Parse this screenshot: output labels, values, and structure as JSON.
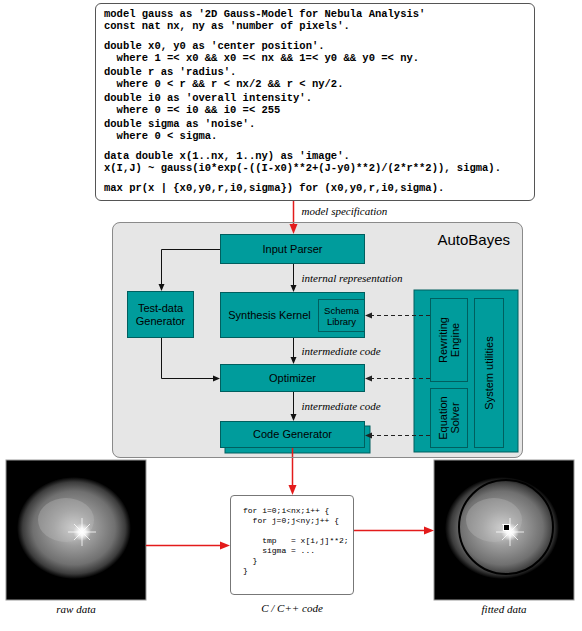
{
  "diagram": {
    "nodes": [
      {
        "text": [
          "model gauss as '2D Gauss-Model for Nebula Analysis'",
          "const nat nx, ny as 'number of pixels'.",
          "double x0, y0 as 'center position'.",
          "where 1 =< x0 && x0 =< nx && 1=< y0 && y0 =< ny.",
          "double r as 'radius'.",
          "where 0 < r && r < nx/2 && r < ny/2.",
          "double i0 as 'overall intensity'.",
          "where 0 =< i0 && i0 =< 255",
          "double sigma as 'noise'.",
          "where 0 < sigma.",
          "data double x(1..nx, 1..ny) as 'image'.",
          "x(I,J) ~ gauss(i0*exp(-((I-x0)**2+(J-y0)**2)/(2*r**2)), sigma).",
          "max pr(x | {x0,y0,r,i0,sigma}) for (x0,y0,r,i0,sigma)."
        ]
      },
      {
        "text": [
          "AutoBayes"
        ]
      },
      {
        "text": [
          "Input Parser"
        ],
        "in": 1
      },
      {
        "text": [
          "Test-data Generator"
        ],
        "in": 1
      },
      {
        "text": [
          "Synthesis Kernel"
        ],
        "in": 1
      },
      {
        "text": [
          "Schema Library"
        ],
        "in": 4
      },
      {
        "text": [
          "Optimizer"
        ],
        "in": 1
      },
      {
        "text": [
          "Code Generator"
        ],
        "in": 1
      },
      {
        "text": [
          "Rewriting Engine"
        ],
        "in": 1
      },
      {
        "text": [
          "Equation Solver"
        ],
        "in": 1
      },
      {
        "text": [
          "System utilities"
        ],
        "in": 1
      },
      {
        "text": [
          "raw data"
        ]
      },
      {
        "text": [
          "for i=0;i<nx;i++ {",
          "for j=0;j<ny;j++ {",
          "tmp   = x[i,j]**2;",
          "sigma = ...",
          "}",
          "}",
          "C / C++ code"
        ]
      },
      {
        "text": [
          "fitted data"
        ]
      }
    ],
    "edges": [
      {
        "from": 0,
        "to": 2,
        "arrow": "to",
        "label": "model specification"
      },
      {
        "from": 2,
        "to": 4,
        "arrow": "to",
        "label": "internal representation"
      },
      {
        "from": 2,
        "to": 3,
        "arrow": "to"
      },
      {
        "from": 4,
        "to": 6,
        "arrow": "to",
        "label": "intermediate code"
      },
      {
        "from": 3,
        "to": 6,
        "arrow": "to"
      },
      {
        "from": 6,
        "to": 7,
        "arrow": "to",
        "label": "intermediate code"
      },
      {
        "from": 8,
        "to": 4,
        "arrow": "to"
      },
      {
        "from": 8,
        "to": 6,
        "arrow": "to"
      },
      {
        "from": 9,
        "to": 7,
        "arrow": "to"
      },
      {
        "from": 7,
        "to": 12,
        "arrow": "to"
      },
      {
        "from": 11,
        "to": 12,
        "arrow": "to"
      },
      {
        "from": 12,
        "to": 13,
        "arrow": "to"
      }
    ]
  }
}
